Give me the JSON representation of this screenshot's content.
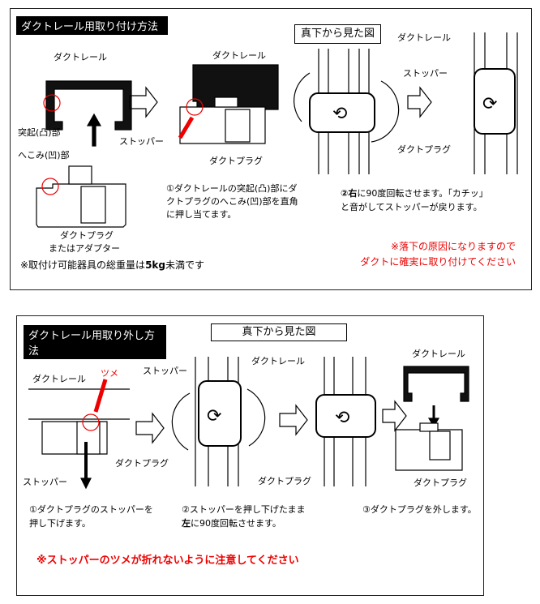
{
  "install": {
    "title": "ダクトレール用取り付け方法",
    "view_label": "真下から見た図",
    "rail_label_1": "ダクトレール",
    "protrusion_label": "突起(凸)部",
    "recess_label": "へこみ(凹)部",
    "stopper_label_1": "ストッパー",
    "plug_label_1": "ダクトプラグ",
    "plug_label_1b": "またはアダプター",
    "weight_note_a": "※取付け可能器具の総重量は",
    "weight_note_b": "5kg",
    "weight_note_c": "未満です",
    "rail_label_2": "ダクトレール",
    "plug_label_2": "ダクトプラグ",
    "step1": [
      "①ダクトレールの突起(凸)部にダ",
      "クトプラグのへこみ(凹)部を直角",
      "に押し当てます。"
    ],
    "rail_label_3": "ダクトレール",
    "stopper_label_3": "ストッパー",
    "plug_label_3": "ダクトプラグ",
    "step2_bold": "右",
    "step2": [
      "に90度回転させます。「カチッ」",
      "と音がしてストッパーが戻ります。"
    ],
    "warning": [
      "※落下の原因になりますので",
      "ダクトに確実に取り付けてください"
    ]
  },
  "remove": {
    "title": "ダクトレール用取り外し方法",
    "view_label": "真下から見た図",
    "rail_label_1": "ダクトレール",
    "claw_label": "ツメ",
    "stopper_label_1": "ストッパー",
    "plug_label_1": "ダクトプラグ",
    "stopper_label_2": "ストッパー",
    "rail_label_2": "ダクトレール",
    "plug_label_2": "ダクトプラグ",
    "rail_label_3": "ダクトレール",
    "plug_label_3": "ダクトプラグ",
    "step1": [
      "①ダクトプラグのストッパーを",
      "押し下げます。"
    ],
    "step2": [
      "②ストッパーを押し下げたまま"
    ],
    "step2_bold": "左",
    "step2b": "に90度回転させます。",
    "step3": "③ダクトプラグを外します。",
    "warning": "※ストッパーのツメが折れないように注意してください"
  },
  "colors": {
    "accent_red": "#e00000"
  }
}
